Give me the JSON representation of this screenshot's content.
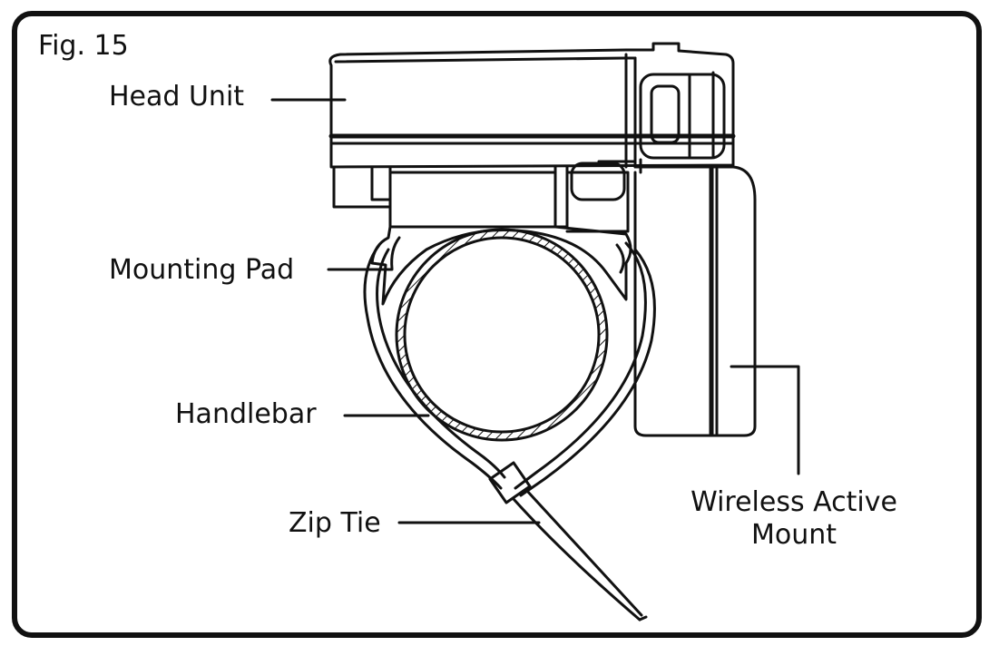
{
  "figure": {
    "label": "Fig. 15",
    "callouts": {
      "head_unit": "Head Unit",
      "mounting_pad": "Mounting Pad",
      "handlebar": "Handlebar",
      "zip_tie": "Zip Tie",
      "wireless_mount": "Wireless Active Mount"
    }
  },
  "colors": {
    "ink": "#111111",
    "background": "#ffffff"
  }
}
